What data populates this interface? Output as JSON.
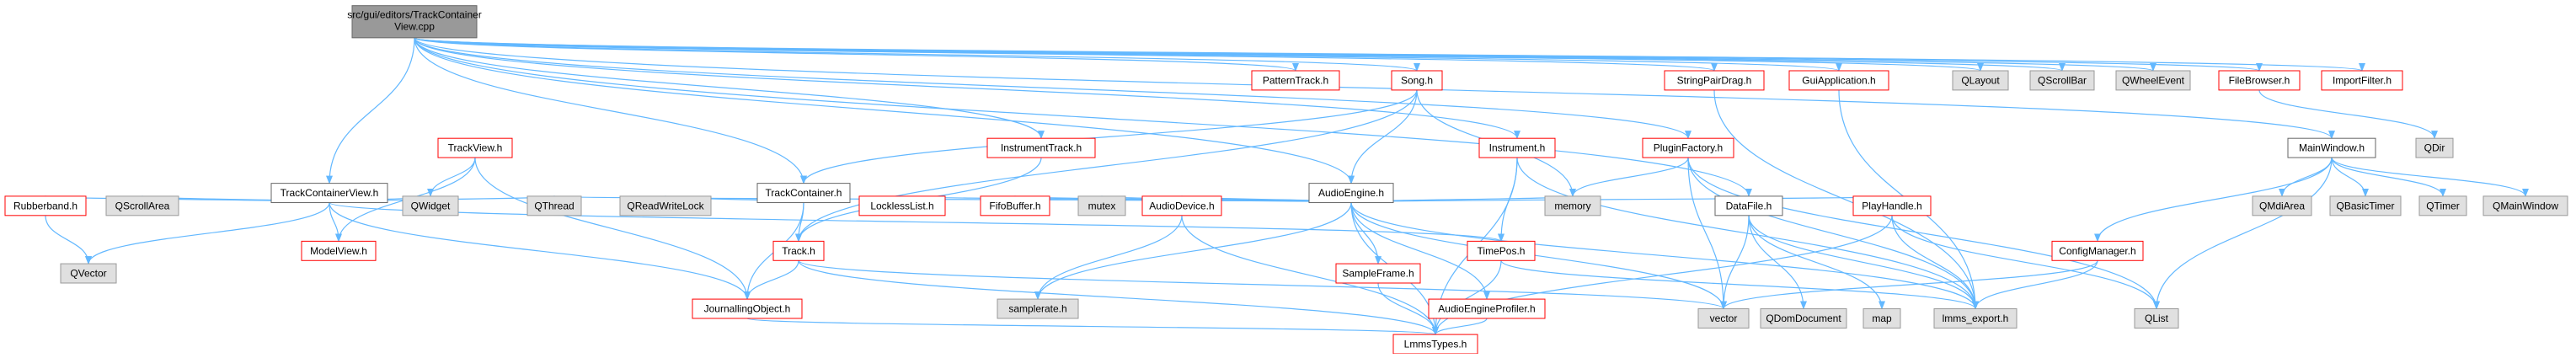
{
  "nodes": [
    {
      "id": "root",
      "label_lines": [
        "src/gui/editors/TrackContainer",
        "View.cpp"
      ],
      "style": "root"
    },
    {
      "id": "TrackContainerView_h",
      "label": "TrackContainerView.h",
      "style": "plain"
    },
    {
      "id": "TrackContainer_h",
      "label": "TrackContainer.h",
      "style": "plain"
    },
    {
      "id": "InstrumentTrack_h",
      "label": "InstrumentTrack.h",
      "style": "red"
    },
    {
      "id": "PatternTrack_h",
      "label": "PatternTrack.h",
      "style": "red"
    },
    {
      "id": "Song_h",
      "label": "Song.h",
      "style": "red"
    },
    {
      "id": "AudioEngine_h",
      "label": "AudioEngine.h",
      "style": "plain"
    },
    {
      "id": "Instrument_h",
      "label": "Instrument.h",
      "style": "red"
    },
    {
      "id": "StringPairDrag_h",
      "label": "StringPairDrag.h",
      "style": "red"
    },
    {
      "id": "PluginFactory_h",
      "label": "PluginFactory.h",
      "style": "red"
    },
    {
      "id": "GuiApplication_h",
      "label": "GuiApplication.h",
      "style": "red"
    },
    {
      "id": "DataFile_h",
      "label": "DataFile.h",
      "style": "plain"
    },
    {
      "id": "QLayout",
      "label": "QLayout",
      "style": "gray"
    },
    {
      "id": "QScrollBar",
      "label": "QScrollBar",
      "style": "gray"
    },
    {
      "id": "QWheelEvent",
      "label": "QWheelEvent",
      "style": "gray"
    },
    {
      "id": "FileBrowser_h",
      "label": "FileBrowser.h",
      "style": "red"
    },
    {
      "id": "ImportFilter_h",
      "label": "ImportFilter.h",
      "style": "red"
    },
    {
      "id": "MainWindow_h",
      "label": "MainWindow.h",
      "style": "plain"
    },
    {
      "id": "QDir",
      "label": "QDir",
      "style": "gray"
    },
    {
      "id": "TrackView_h",
      "label": "TrackView.h",
      "style": "red"
    },
    {
      "id": "Rubberband_h",
      "label": "Rubberband.h",
      "style": "red"
    },
    {
      "id": "QScrollArea",
      "label": "QScrollArea",
      "style": "gray"
    },
    {
      "id": "ModelView_h",
      "label": "ModelView.h",
      "style": "red"
    },
    {
      "id": "QWidget",
      "label": "QWidget",
      "style": "gray"
    },
    {
      "id": "QThread",
      "label": "QThread",
      "style": "gray"
    },
    {
      "id": "QReadWriteLock",
      "label": "QReadWriteLock",
      "style": "gray"
    },
    {
      "id": "Track_h",
      "label": "Track.h",
      "style": "red"
    },
    {
      "id": "LocklessList_h",
      "label": "LocklessList.h",
      "style": "red"
    },
    {
      "id": "FifoBuffer_h",
      "label": "FifoBuffer.h",
      "style": "red"
    },
    {
      "id": "mutex",
      "label": "mutex",
      "style": "gray"
    },
    {
      "id": "AudioDevice_h",
      "label": "AudioDevice.h",
      "style": "red"
    },
    {
      "id": "memory",
      "label": "memory",
      "style": "gray"
    },
    {
      "id": "TimePos_h",
      "label": "TimePos.h",
      "style": "red"
    },
    {
      "id": "PlayHandle_h",
      "label": "PlayHandle.h",
      "style": "red"
    },
    {
      "id": "ConfigManager_h",
      "label": "ConfigManager.h",
      "style": "red"
    },
    {
      "id": "QMdiArea",
      "label": "QMdiArea",
      "style": "gray"
    },
    {
      "id": "QBasicTimer",
      "label": "QBasicTimer",
      "style": "gray"
    },
    {
      "id": "QTimer",
      "label": "QTimer",
      "style": "gray"
    },
    {
      "id": "QMainWindow",
      "label": "QMainWindow",
      "style": "gray"
    },
    {
      "id": "QVector",
      "label": "QVector",
      "style": "gray"
    },
    {
      "id": "JournallingObject_h",
      "label": "JournallingObject.h",
      "style": "red"
    },
    {
      "id": "samplerate_h",
      "label": "samplerate.h",
      "style": "gray"
    },
    {
      "id": "SampleFrame_h",
      "label": "SampleFrame.h",
      "style": "red"
    },
    {
      "id": "AudioEngineProfiler_h",
      "label": "AudioEngineProfiler.h",
      "style": "red"
    },
    {
      "id": "vector",
      "label": "vector",
      "style": "gray"
    },
    {
      "id": "QDomDocument",
      "label": "QDomDocument",
      "style": "gray"
    },
    {
      "id": "map",
      "label": "map",
      "style": "gray"
    },
    {
      "id": "lmms_export_h",
      "label": "lmms_export.h",
      "style": "gray"
    },
    {
      "id": "QList",
      "label": "QList",
      "style": "gray"
    },
    {
      "id": "LmmsTypes_h",
      "label": "LmmsTypes.h",
      "style": "red"
    }
  ],
  "edges": [
    [
      "root",
      "TrackContainerView_h"
    ],
    [
      "root",
      "TrackContainer_h"
    ],
    [
      "root",
      "InstrumentTrack_h"
    ],
    [
      "root",
      "PatternTrack_h"
    ],
    [
      "root",
      "Song_h"
    ],
    [
      "root",
      "AudioEngine_h"
    ],
    [
      "root",
      "Instrument_h"
    ],
    [
      "root",
      "StringPairDrag_h"
    ],
    [
      "root",
      "PluginFactory_h"
    ],
    [
      "root",
      "GuiApplication_h"
    ],
    [
      "root",
      "DataFile_h"
    ],
    [
      "root",
      "QLayout"
    ],
    [
      "root",
      "QScrollBar"
    ],
    [
      "root",
      "QWheelEvent"
    ],
    [
      "root",
      "FileBrowser_h"
    ],
    [
      "root",
      "ImportFilter_h"
    ],
    [
      "root",
      "MainWindow_h"
    ],
    [
      "TrackContainerView_h",
      "Rubberband_h"
    ],
    [
      "TrackContainerView_h",
      "QScrollArea"
    ],
    [
      "TrackContainerView_h",
      "ModelView_h"
    ],
    [
      "TrackContainerView_h",
      "QWidget"
    ],
    [
      "TrackContainerView_h",
      "QThread"
    ],
    [
      "TrackContainerView_h",
      "TimePos_h"
    ],
    [
      "TrackContainerView_h",
      "JournallingObject_h"
    ],
    [
      "TrackContainerView_h",
      "QVector"
    ],
    [
      "TrackView_h",
      "ModelView_h"
    ],
    [
      "TrackView_h",
      "QWidget"
    ],
    [
      "TrackView_h",
      "JournallingObject_h"
    ],
    [
      "Rubberband_h",
      "QVector"
    ],
    [
      "TrackContainer_h",
      "Track_h"
    ],
    [
      "TrackContainer_h",
      "QReadWriteLock"
    ],
    [
      "TrackContainer_h",
      "JournallingObject_h"
    ],
    [
      "InstrumentTrack_h",
      "Track_h"
    ],
    [
      "Track_h",
      "JournallingObject_h"
    ],
    [
      "Track_h",
      "vector"
    ],
    [
      "Track_h",
      "LmmsTypes_h"
    ],
    [
      "JournallingObject_h",
      "LmmsTypes_h"
    ],
    [
      "Song_h",
      "TrackContainer_h"
    ],
    [
      "Song_h",
      "AudioEngine_h"
    ],
    [
      "Song_h",
      "memory"
    ],
    [
      "Song_h",
      "Track_h"
    ],
    [
      "AudioEngine_h",
      "QThread"
    ],
    [
      "AudioEngine_h",
      "LocklessList_h"
    ],
    [
      "AudioEngine_h",
      "FifoBuffer_h"
    ],
    [
      "AudioEngine_h",
      "mutex"
    ],
    [
      "AudioEngine_h",
      "AudioDevice_h"
    ],
    [
      "AudioEngine_h",
      "memory"
    ],
    [
      "AudioEngine_h",
      "samplerate_h"
    ],
    [
      "AudioEngine_h",
      "SampleFrame_h"
    ],
    [
      "AudioEngine_h",
      "AudioEngineProfiler_h"
    ],
    [
      "AudioEngine_h",
      "vector"
    ],
    [
      "AudioEngine_h",
      "LmmsTypes_h"
    ],
    [
      "AudioEngine_h",
      "lmms_export_h"
    ],
    [
      "AudioEngine_h",
      "PlayHandle_h"
    ],
    [
      "AudioDevice_h",
      "samplerate_h"
    ],
    [
      "AudioDevice_h",
      "LmmsTypes_h"
    ],
    [
      "SampleFrame_h",
      "LmmsTypes_h"
    ],
    [
      "AudioEngineProfiler_h",
      "LmmsTypes_h"
    ],
    [
      "Instrument_h",
      "TimePos_h"
    ],
    [
      "Instrument_h",
      "LmmsTypes_h"
    ],
    [
      "Instrument_h",
      "lmms_export_h"
    ],
    [
      "TimePos_h",
      "LmmsTypes_h"
    ],
    [
      "TimePos_h",
      "lmms_export_h"
    ],
    [
      "StringPairDrag_h",
      "lmms_export_h"
    ],
    [
      "PluginFactory_h",
      "memory"
    ],
    [
      "PluginFactory_h",
      "vector"
    ],
    [
      "PluginFactory_h",
      "lmms_export_h"
    ],
    [
      "PluginFactory_h",
      "QList"
    ],
    [
      "GuiApplication_h",
      "lmms_export_h"
    ],
    [
      "DataFile_h",
      "vector"
    ],
    [
      "DataFile_h",
      "QDomDocument"
    ],
    [
      "DataFile_h",
      "map"
    ],
    [
      "DataFile_h",
      "lmms_export_h"
    ],
    [
      "PlayHandle_h",
      "lmms_export_h"
    ],
    [
      "PlayHandle_h",
      "LmmsTypes_h"
    ],
    [
      "PlayHandle_h",
      "QList"
    ],
    [
      "FileBrowser_h",
      "QDir"
    ],
    [
      "MainWindow_h",
      "ConfigManager_h"
    ],
    [
      "MainWindow_h",
      "QMdiArea"
    ],
    [
      "MainWindow_h",
      "QBasicTimer"
    ],
    [
      "MainWindow_h",
      "QTimer"
    ],
    [
      "MainWindow_h",
      "QMainWindow"
    ],
    [
      "MainWindow_h",
      "QList"
    ],
    [
      "ConfigManager_h",
      "lmms_export_h"
    ],
    [
      "ConfigManager_h",
      "vector"
    ]
  ],
  "colors": {
    "edge": "#63b8ff",
    "arrow": "#63b8ff",
    "plain_border": "#666666",
    "red_border": "#ff0000",
    "gray_fill": "#e0e0e0",
    "gray_border": "#999999",
    "root_fill": "#999999",
    "root_border": "#666666",
    "text": "#000000"
  }
}
